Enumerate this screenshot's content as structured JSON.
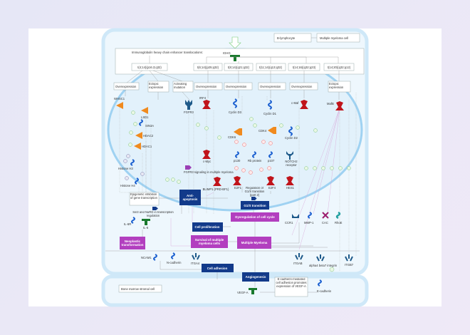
{
  "header": {
    "ighg": "IGHG",
    "translocations_title": "Immunoglobulin heavy chain enhancer translocations:"
  },
  "legend": {
    "from": "B-lymphocyte",
    "to": "Multiple myeloma cell"
  },
  "translocations": [
    "t(4;14)(p16.3;q32)",
    "t(6;14)(p25;q32)",
    "t(8;14)(q21;q32)",
    "t(11;14)(q13;q32)",
    "t(14;16)(q32;q23)",
    "t(14;20)(q32;q12)"
  ],
  "effects": [
    "Overexpression",
    "Ectopic expression",
    "Activating mutation",
    "Overexpression",
    "Overexpression",
    "Overexpression",
    "Overexpression",
    "Ectopic expression"
  ],
  "proteins": {
    "whsc1": "WHSC1",
    "lsd1": "LSD1",
    "sin3a": "SIN3A",
    "hdac2": "HDAC2",
    "hdac1": "HDAC1",
    "histone_h3": "Histone H3",
    "histone_h4": "Histone H4",
    "fgfr3": "FGFR3",
    "irf4": "IRF4",
    "cyclin_d3": "Cyclin D3",
    "cyclin_d1": "Cyclin D1",
    "cmaf": "c-Maf",
    "mafb": "MafB",
    "cdk6": "CDK6",
    "cdk4": "CDK4",
    "cyclin_d2": "Cyclin D2",
    "p130": "p130",
    "rb": "Rb protein",
    "p107": "p107",
    "notch2": "NOTCH2 receptor",
    "cmyc": "c-Myc",
    "blimp1": "BLIMP1 (PRD-BF1)",
    "e2f1": "E2F1",
    "e2f4": "E2F4",
    "hes1": "HES1",
    "il6r": "IL-6R",
    "il6": "IL-6",
    "ccr1": "CCR1",
    "mmp1": "MMP-1",
    "cac": "CAC",
    "rhoe": "RhoE",
    "ncam1": "NCAM1",
    "ncadherin": "N-cadherin",
    "itga4": "ITGA4",
    "itgab": "ITGAB",
    "a4b7": "alpha4 beta7 integrin",
    "itgb7": "ITGB7",
    "vegfa": "VEGF-A",
    "ecadherin": "E-cadherin"
  },
  "labels": {
    "fgfr3_signaling": "FGFR3 signaling in multiple myeloma",
    "g1s_reg": "Regulation of G1/S transition (part 2)",
    "epigenetic": "Epigenetic inhibition of gene transcription",
    "sin3_nurd": "Sin3 and NuRD in transcription regulation",
    "ecad_box": "E-cadherin-mediated cell adhesion promotes expression of VEGF-A",
    "bone_marrow": "Bone marrow stromal cell"
  },
  "processes": {
    "anti_apoptosis": "Anti-apoptosis",
    "g1s": "G1/S transition",
    "cell_proliferation": "Cell proliferation",
    "cell_adhesion": "Cell adhesion",
    "angiogenesis": "Angiogenesis",
    "dysregulation": "Dysregulation of cell cycle",
    "survival": "Survival of multiple myeloma cells",
    "multiple_myeloma": "Multiple Myeloma",
    "neoplastic": "Neoplastic transformation"
  },
  "colors": {
    "process_dark": "#123a8a",
    "process_purple": "#b23fbf",
    "cell": "#d6ecfa",
    "nucleus": "#c6e3f7"
  }
}
